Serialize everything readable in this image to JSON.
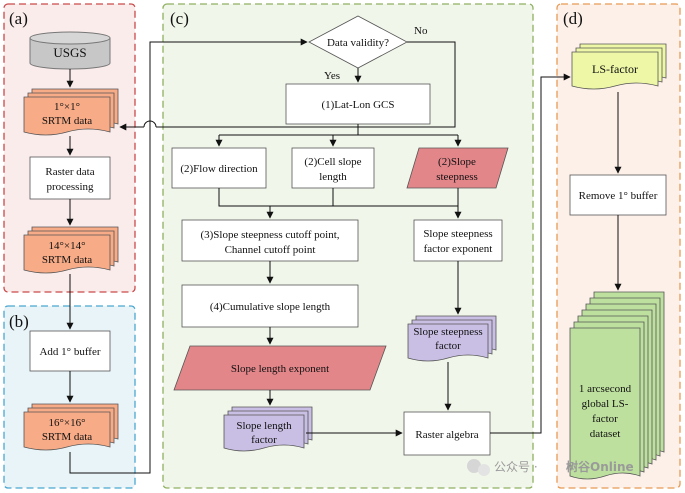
{
  "panels": {
    "a": "(a)",
    "b": "(b)",
    "c": "(c)",
    "d": "(d)"
  },
  "nodes": {
    "usgs": "USGS",
    "srtm1_l1": "1°×1°",
    "srtm1_l2": "SRTM data",
    "raster_proc_l1": "Raster data",
    "raster_proc_l2": "processing",
    "srtm14_l1": "14°×14°",
    "srtm14_l2": "SRTM data",
    "add_buffer": "Add 1° buffer",
    "srtm16_l1": "16°×16°",
    "srtm16_l2": "SRTM data",
    "data_validity": "Data validity?",
    "yes": "Yes",
    "no": "No",
    "latlon": "(1)Lat-Lon GCS",
    "flow_dir": "(2)Flow direction",
    "cell_slope_l1": "(2)Cell slope",
    "cell_slope_l2": "length",
    "slope_steep_l1": "(2)Slope",
    "slope_steep_l2": "steepness",
    "cutoff_l1": "(3)Slope steepness cutoff point,",
    "cutoff_l2": "Channel cutoff point",
    "cum_slope": "(4)Cumulative slope length",
    "slope_len_exp": "Slope length exponent",
    "slope_len_factor_l1": "Slope length",
    "slope_len_factor_l2": "factor",
    "ss_exp_l1": "Slope steepness",
    "ss_exp_l2": "factor exponent",
    "ss_factor_l1": "Slope steepness",
    "ss_factor_l2": "factor",
    "raster_algebra": "Raster algebra",
    "ls_factor": "LS-factor",
    "remove_buffer": "Remove 1° buffer",
    "global_l1": "1 arcsecond",
    "global_l2": "global LS-",
    "global_l3": "factor",
    "global_l4": "dataset"
  },
  "watermark": {
    "left": "公众号 · ",
    "right": "树谷Online"
  },
  "colors": {
    "panel_a": "#c94a4a",
    "panel_b": "#4aa7cf",
    "panel_c": "#8fb061",
    "panel_d": "#e79a55",
    "orange_doc": "#f7ab86",
    "purple_doc": "#c9bfe4",
    "pink_para": "#e3868a",
    "green_doc": "#bde09e",
    "yellow_doc": "#eef7a6",
    "gray_db": "#c7c7c7"
  }
}
